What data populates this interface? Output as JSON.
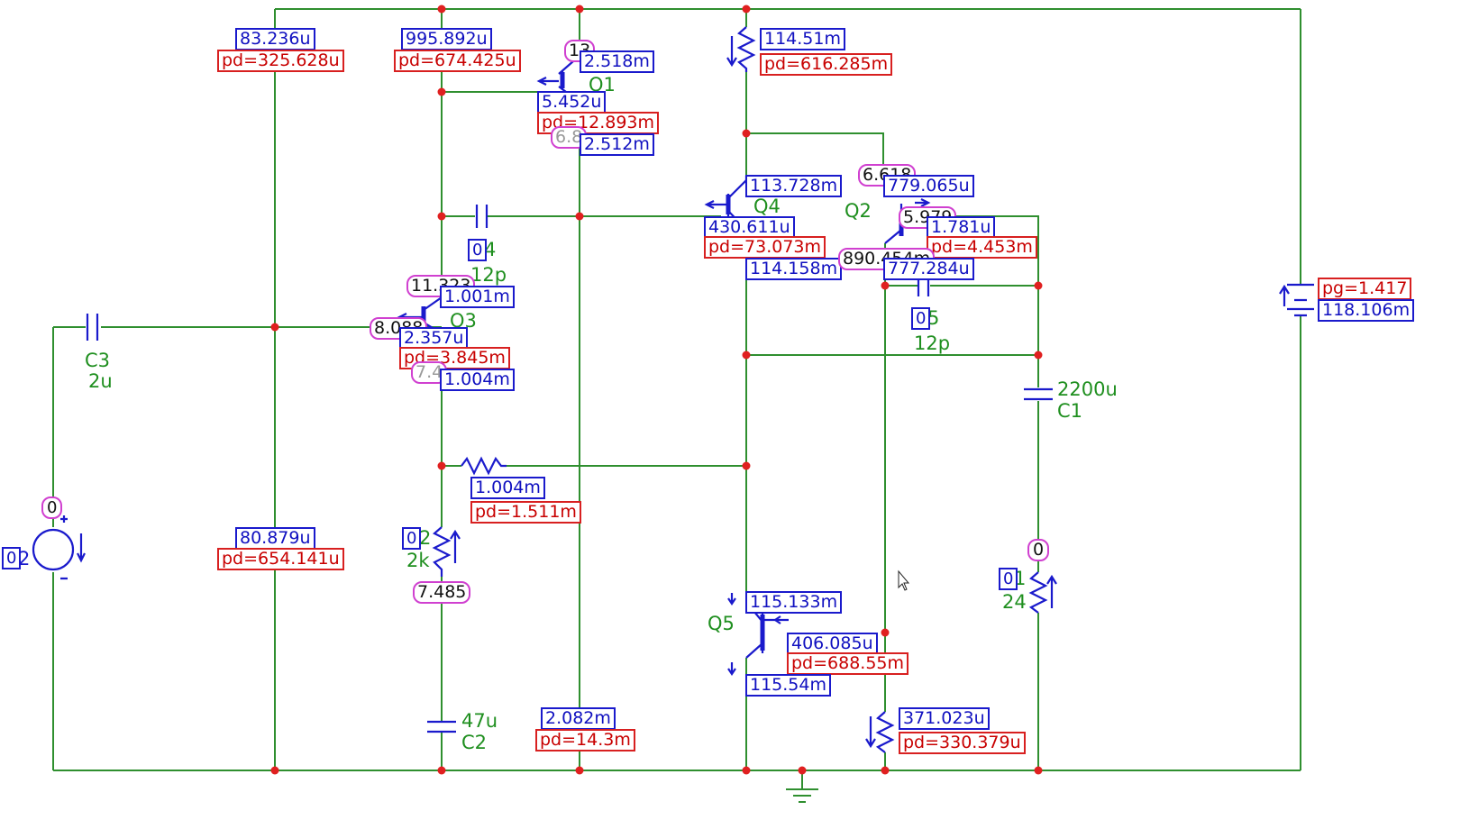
{
  "components": {
    "c3": {
      "name": "C3",
      "value": "2u"
    },
    "c2": {
      "name": "C2",
      "value": "47u"
    },
    "c1": {
      "name": "C1",
      "value": "2200u"
    },
    "c4": {
      "index": "0",
      "name": "4",
      "value": "12p"
    },
    "c5": {
      "index": "0",
      "name": "5",
      "value": "12p"
    },
    "r2": {
      "index": "0",
      "name": "2",
      "value": "2k"
    },
    "r1": {
      "index": "0",
      "name": "1",
      "value": "24"
    },
    "q1": "Q1",
    "q2": "Q2",
    "q3": "Q3",
    "q4": "Q4",
    "q5": "Q5",
    "source": {
      "index": "0",
      "name": "2",
      "node": "0"
    }
  },
  "readouts": {
    "r_left_top_i": "83.236u",
    "r_left_top_pd": "pd=325.628u",
    "r_mid_top_i": "995.892u",
    "r_mid_top_pd": "pd=674.425u",
    "q1_c": "2.518m",
    "q1_b": "5.452u",
    "q1_pd": "pd=12.893m",
    "q1_e": "2.512m",
    "q1_v1": "13",
    "q1_v2": "6.8",
    "pot_top_i": "114.51m",
    "pot_top_pd": "pd=616.285m",
    "q4_c": "113.728m",
    "q4_b": "430.611u",
    "q4_pd": "pd=73.073m",
    "q4_e": "114.158m",
    "q2_v1": "6.618",
    "q2_c": "779.065u",
    "q2_v2": "5.979",
    "q2_b": "1.781u",
    "q2_pd": "pd=4.453m",
    "q2_v3": "890.454m",
    "q2_e": "777.284u",
    "q3_v1": "11.323",
    "q3_c": "1.001m",
    "q3_v2": "8.088",
    "q3_b": "2.357u",
    "q3_pd": "pd=3.845m",
    "q3_v3": "7.4",
    "q3_e": "1.004m",
    "rfb_i": "1.004m",
    "rfb_pd": "pd=1.511m",
    "r_left_bot_i": "80.879u",
    "r_left_bot_pd": "pd=654.141u",
    "r2_v": "7.485",
    "q5_c": "115.133m",
    "q5_b": "406.085u",
    "q5_pd": "pd=688.55m",
    "q5_e": "115.54m",
    "r_q1e_i": "2.082m",
    "r_q1e_pd": "pd=14.3m",
    "r_bot_i": "371.023u",
    "r_bot_pd": "pd=330.379u",
    "load_v": "0",
    "batt_pg": "pg=1.417",
    "batt_i": "118.106m"
  },
  "colors": {
    "wire": "#2f8f2f",
    "component": "#1a1acc",
    "node": "#e02020",
    "label_green": "#1f8f1f"
  }
}
